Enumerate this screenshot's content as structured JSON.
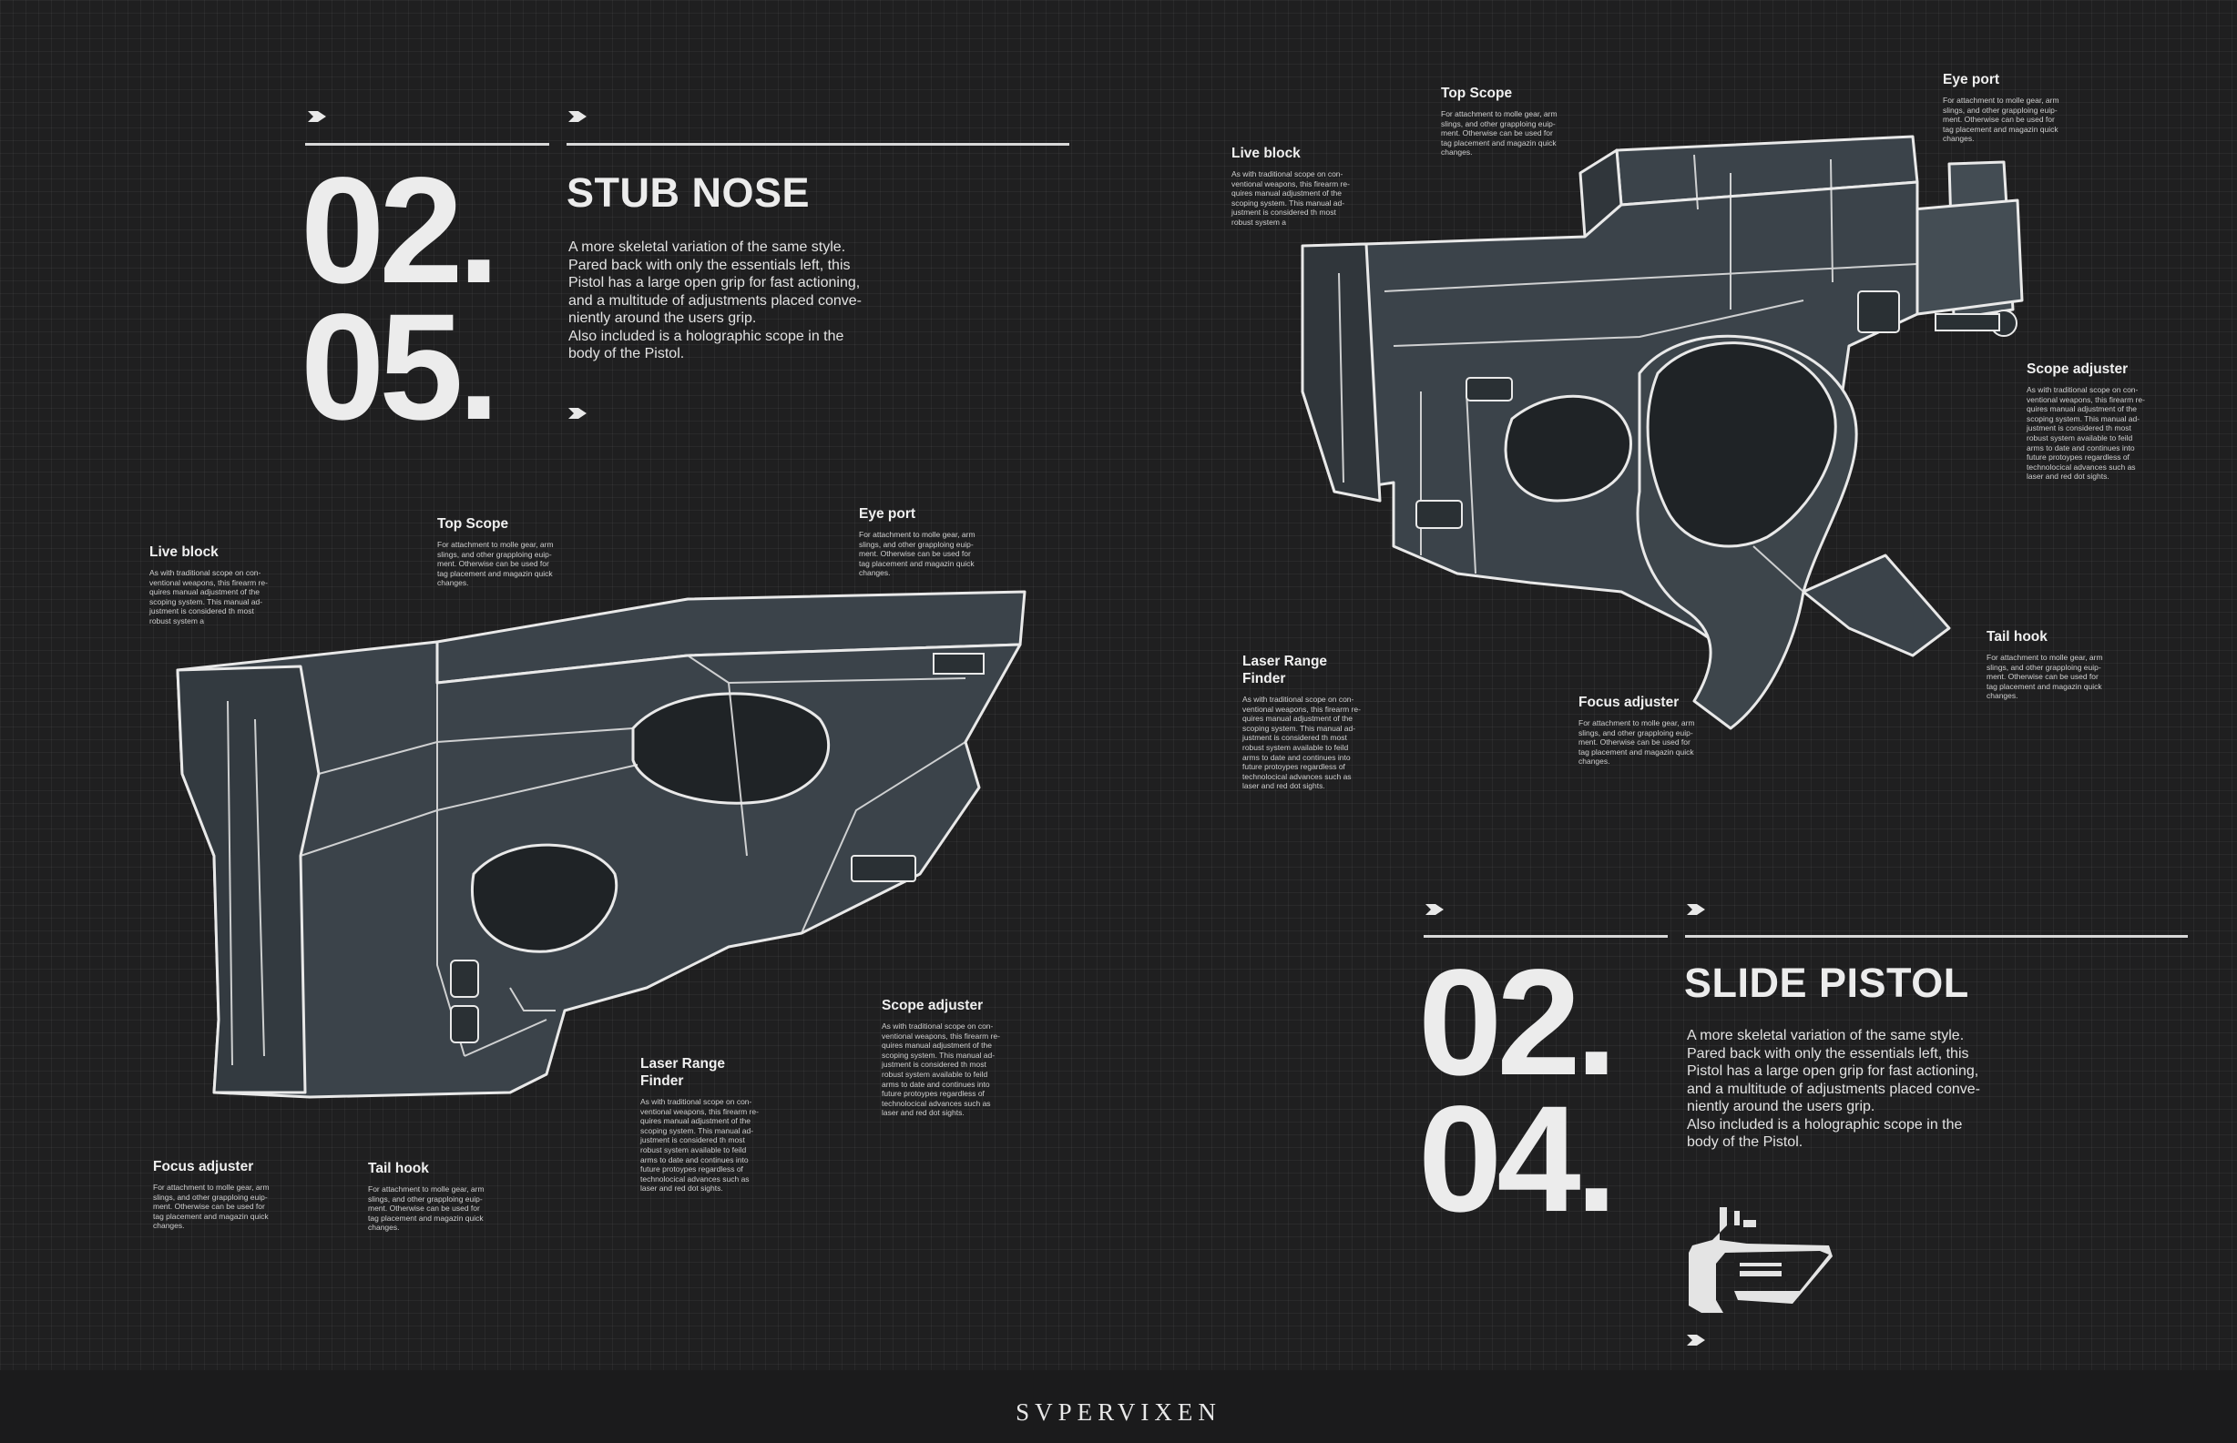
{
  "sections": {
    "stub": {
      "num_1": "02.",
      "num_2": "05.",
      "title": "STUB NOSE",
      "description": "A more skeletal variation of the same style.\nPared back with only the essentials left, this\nPistol has a large open grip for fast actioning,\nand a multitude of adjustments placed conve-\nniently around the users grip.\nAlso included is a holographic scope in the\nbody of the Pistol."
    },
    "slide": {
      "num_1": "02.",
      "num_2": "04.",
      "title": "SLIDE PISTOL",
      "description": "A more skeletal variation of the same style.\nPared back with only the essentials left, this\nPistol has a large open grip for fast actioning,\nand a multitude of adjustments placed conve-\nniently around the users grip.\nAlso included is a holographic scope in the\nbody of the Pistol."
    }
  },
  "callouts": {
    "left": {
      "live_block": {
        "title": "Live block",
        "text": "As with traditional scope on con-\nventional weapons, this firearm re-\nquires manual adjustment of the\nscoping system. This manual ad-\njustment is considered th most\nrobust system a"
      },
      "top_scope": {
        "title": "Top Scope",
        "text": "For attachment to molle gear, arm\nslings, and other grapploing euip-\nment. Otherwise can be used for\ntag placement and magazin quick\nchanges."
      },
      "eye_port": {
        "title": "Eye port",
        "text": "For attachment to molle gear, arm\nslings, and other grapploing euip-\nment. Otherwise can be used for\ntag placement and magazin quick\nchanges."
      },
      "scope_adjuster": {
        "title": "Scope adjuster",
        "text": "As with traditional scope on con-\nventional weapons, this firearm re-\nquires manual adjustment of the\nscoping system. This manual ad-\njustment is considered th most\nrobust system available to feild\narms to date and continues into\nfuture protoypes regardless of\ntechnolocical advances such as\nlaser and red dot sights."
      },
      "laser_range_finder": {
        "title": "Laser Range\nFinder",
        "text": "As with traditional scope on con-\nventional weapons, this firearm re-\nquires manual adjustment of the\nscoping system. This manual ad-\njustment is considered th most\nrobust system available to feild\narms to date and continues into\nfuture protoypes regardless of\ntechnolocical advances such as\nlaser and red dot sights."
      },
      "focus_adjuster": {
        "title": "Focus adjuster",
        "text": "For attachment to molle gear, arm\nslings, and other grapploing euip-\nment. Otherwise can be used for\ntag placement and magazin quick\nchanges."
      },
      "tail_hook": {
        "title": "Tail hook",
        "text": "For attachment to molle gear, arm\nslings, and other grapploing euip-\nment. Otherwise can be used for\ntag placement and magazin quick\nchanges."
      }
    },
    "right": {
      "top_scope": {
        "title": "Top Scope",
        "text": "For attachment to molle gear, arm\nslings, and other grapploing euip-\nment. Otherwise can be used for\ntag placement and magazin quick\nchanges."
      },
      "eye_port": {
        "title": "Eye port",
        "text": "For attachment to molle gear, arm\nslings, and other grapploing euip-\nment. Otherwise can be used for\ntag placement and magazin quick\nchanges."
      },
      "live_block": {
        "title": "Live block",
        "text": "As with traditional scope on con-\nventional weapons, this firearm re-\nquires manual adjustment of the\nscoping system. This manual ad-\njustment is considered th most\nrobust system a"
      },
      "scope_adjuster": {
        "title": "Scope adjuster",
        "text": "As with traditional scope on con-\nventional weapons, this firearm re-\nquires manual adjustment of the\nscoping system. This manual ad-\njustment is considered th most\nrobust system available to feild\narms to date and continues into\nfuture protoypes regardless of\ntechnolocical advances such as\nlaser and red dot sights."
      },
      "laser_range_finder": {
        "title": "Laser Range\nFinder",
        "text": "As with traditional scope on con-\nventional weapons, this firearm re-\nquires manual adjustment of the\nscoping system. This manual ad-\njustment is considered th most\nrobust system available to feild\narms to date and continues into\nfuture protoypes regardless of\ntechnolocical advances such as\nlaser and red dot sights."
      },
      "focus_adjuster": {
        "title": "Focus adjuster",
        "text": "For attachment to molle gear, arm\nslings, and other grapploing euip-\nment. Otherwise can be used for\ntag placement and magazin quick\nchanges."
      },
      "tail_hook": {
        "title": "Tail hook",
        "text": "For attachment to molle gear, arm\nslings, and other grapploing euip-\nment. Otherwise can be used for\ntag placement and magazin quick\nchanges."
      }
    }
  },
  "brand": "SVPERVIXEN",
  "icons": {
    "arrow": "chevron-arrow-icon",
    "pistol": "pistol-silhouette-icon"
  },
  "colors": {
    "background": "#1f1f20",
    "line": "#e6e6e6",
    "sketch_fill": "#3c444a"
  }
}
